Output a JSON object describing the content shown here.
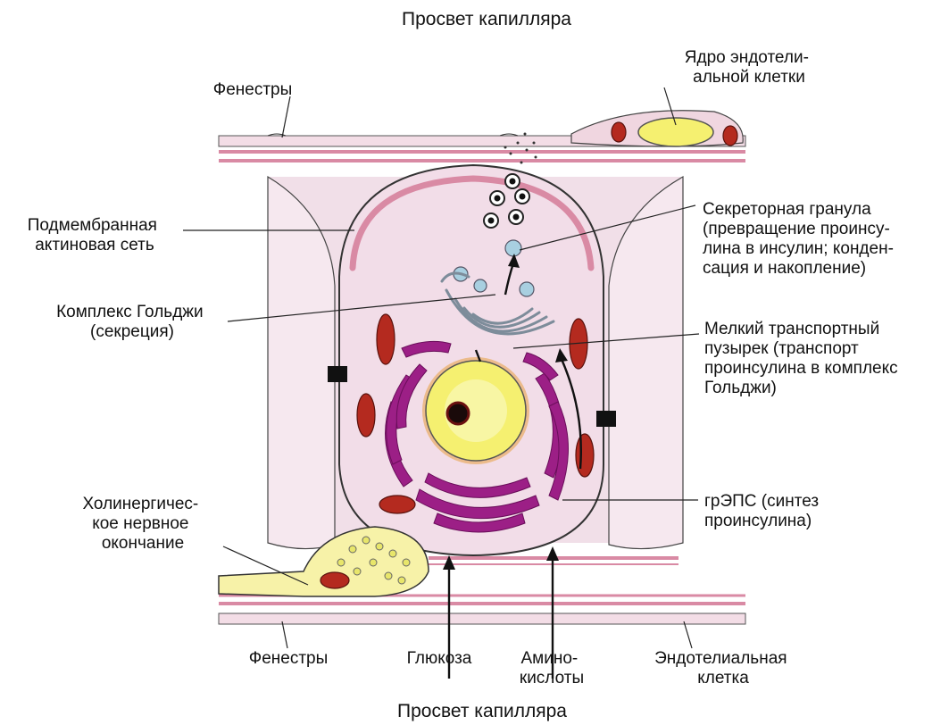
{
  "labels": {
    "lumen_top": "Просвет капилляра",
    "lumen_bottom": "Просвет капилляра",
    "fenestrae_top": "Фенестры",
    "fenestrae_bottom": "Фенестры",
    "endothelial_nucleus": [
      "Ядро эндотели-",
      "альной клетки"
    ],
    "actin_network": [
      "Подмембранная",
      "актиновая сеть"
    ],
    "golgi_complex": [
      "Комплекс Гольджи",
      "(секреция)"
    ],
    "secretory_granule": [
      "Секреторная гранула",
      "(превращение проинсу-",
      "лина в инсулин; конден-",
      "сация и накопление)"
    ],
    "transport_vesicle": [
      "Мелкий транспортный",
      "пузырек (транспорт",
      "проинсулина в комплекс",
      "Гольджи)"
    ],
    "rer": [
      "грЭПС (синтез",
      "проинсулина)"
    ],
    "cholinergic_ending": [
      "Холинергичес-",
      "кое нервное",
      "окончание"
    ],
    "glucose": "Глюкоза",
    "amino_acids": [
      "Амино-",
      "кислоты"
    ],
    "endothelial_cell": [
      "Эндотелиальная",
      "клетка"
    ]
  },
  "colors": {
    "cytoplasm": "#f2dde8",
    "membrane_band": "#d98aa4",
    "er": "#9c1f86",
    "nucleus": "#f5f070",
    "mitochondria": "#b42a1f",
    "golgi": "#7d8c9a",
    "granule": "#a8cfe0"
  }
}
